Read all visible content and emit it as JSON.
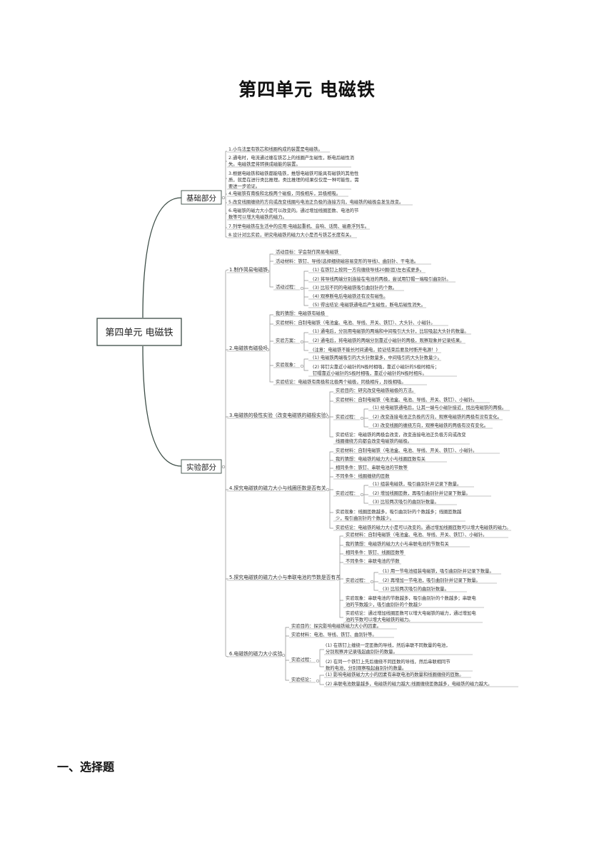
{
  "page_title": "第四单元 电磁铁",
  "section_heading": "一、选择题",
  "mindmap": {
    "root": "第四单元 电磁铁",
    "basic": {
      "label": "基础部分",
      "items": [
        "1.小鸟法里有铁芯和线圈构成的装置是电磁铁。",
        "2.通电时，电流通过缠在铁芯上的线圈产生磁性，断电后磁性消",
        "失。电磁铁是将转换成磁能的装置。",
        "3.根据电磁铁和磁铁都能吸铁，推想电磁铁可能具有磁铁的其他性",
        "质，就是在进行类比推理。类比推理的结果仅仅是一种可能性，需",
        "要进一步验证。",
        "4.电磁铁有南极和北极两个磁极，同极相斥，异极相吸。",
        "5.改变线圈缠绕的方向或改变线圈与电池正负极的连接方向，电磁铁的磁极会发生改变。",
        "6.电磁铁的磁力大小是可以改变的。通过增加线圈匝数、电池的节",
        "数等可以增大电磁铁的磁力。",
        "7.列举电磁铁在生活中的应用:电磁起重机、音响、话筒、磁悬浮列车。",
        "8.设计对比实验，研究电磁铁的磁力大小是否与铁芯长度有关。"
      ]
    },
    "experiment": {
      "label": "实验部分",
      "exp1": {
        "title": "1.制作简易电磁铁",
        "goal": "活动目标：学会制作简易电磁铁",
        "materials": "活动材料：铁钉、导线(选择细绕磁容易变形的导线)、曲别针、干电池。",
        "process_label": "活动过程：",
        "steps": [
          "(1) 在铁钉上按同一方向缠绕导线20圈(匝)左右或更多。",
          "(2) 将导线两端分别连接在电池的两极，尝试用钉帽一端吸引曲别针。",
          "(3) 比较不同的电磁铁吸引曲别针的个数。",
          "(4) 观察断电后电磁铁还有没有磁性。",
          "(5) 得出结论:电磁铁通电后产生磁性，断电后磁性消失。"
        ]
      },
      "exp2": {
        "title": "2.电磁铁有磁极吗",
        "guess": "我的猜想：电磁铁有磁极",
        "materials": "实验材料：自制电磁铁（电池盒、电池、导线、开关、铁钉）、大头针、小磁针。",
        "plan_label": "实验方案：",
        "plans": [
          "(1) 通电后，分别用电磁铁的两端和中间吸引大头针，比较吸起大头针的数量。",
          "(2) 通电后，将电磁铁的两端分别靠近小磁针的两极，观察现象并记录结果。",
          "(注意：电磁铁不能长时间通电，验证结束后要及时断开电源！)"
        ],
        "phen_label": "实验现象：",
        "phens": [
          "(1) 电磁铁两端吸引的大头针数量多，中间吸引的大头针数量少。",
          "(2) 将钉尖靠近小磁针的N极时相吸，靠近小磁针的S极时相斥；",
          "钉帽靠近小磁针的S极时相吸，靠近小磁针的N极时相斥。"
        ],
        "conclusion": "实验结论：电磁铁有南极和北极两个磁极，同极相斥，异极相吸。"
      },
      "exp3": {
        "title": "3.电磁铁的极性实验（改变电磁铁的磁极实验）",
        "goal": "实验目的：研究改变电磁铁磁极的方法。",
        "materials": "实验材料：自制电磁铁（电池盒、电池、导线、开关、铁钉）、小磁针。",
        "process_label": "实验过程：",
        "steps": [
          "(1) 给电磁铁通电后，让其一端与小磁针接近，找出电磁铁的两极。",
          "(2) 改变连接电池正负极的方向，观察电磁铁的两极有没有变化。",
          "(3) 改变线圈的缠绕方向，观察电磁铁的两极有没有变化。"
        ],
        "conclusion": [
          "实验结论：电磁铁的两极会改变，改变连接电池正负极方向或改变",
          "线圈缠绕方向都会改变电磁铁的磁极。"
        ]
      },
      "exp4": {
        "title": "4.探究电磁铁的磁力大小与线圈匝数是否有关。",
        "materials": "实验材料：自制电磁铁（电池盒、电池、导线、开关、铁钉）、小磁针。",
        "guess": "我的猜想：电磁铁的磁力大小与线圈匝数有关",
        "same": "相同条件：铁钉、串联电池的节数等",
        "diff": "不同条件：线圈缠绕的匝数",
        "process_label": "实验过程：",
        "steps": [
          "(1) 组装电磁铁，吸引曲别针并记录下数量。",
          "(2) 增加线圈匝数，再吸引曲别针并记录下数量。",
          "(3) 比较两次吸引的曲别针数量。"
        ],
        "phenomenon": [
          "实验现象：线圈匝数越多，吸引曲别针的个数越多；线圈匝数越",
          "少，吸引曲别针的个数越少。"
        ],
        "conclusion": "实验结论：电磁铁的磁力大小是可以改变的。通过增加线圈匝数可以增大电磁铁的磁力。"
      },
      "exp5": {
        "title": "5.探究电磁铁的磁力大小与串联电池的节数是否有关",
        "materials": "实验材料：自制电磁铁（电池盒、电池、导线、开关、铁钉）、小磁针。",
        "guess": "我的猜想：电磁铁的磁力大小与串联电池的节数有关",
        "same": "相同条件：铁钉、线圈匝数等",
        "diff": "不同条件：串联电池的节数",
        "process_label": "实验过程：",
        "steps": [
          "(1) 用一节电池组装电磁铁，吸引曲别针并记录下数量。",
          "(2) 再增加一节电池，吸引曲别针并记录下数量。",
          "(3) 比较两次吸引的曲别针数量。"
        ],
        "phenomenon": [
          "实验现象：串联电池的节数越多，吸引曲别针的个数越多；串联电",
          "池的节数越少，吸引曲别针的个数越少"
        ],
        "conclusion": [
          "实验结论：通过增加线圈匝数可以增大电磁铁的磁力，通过增加电",
          "池的节数可以增大电磁铁的磁力。"
        ]
      },
      "exp6": {
        "title": "6.电磁铁的磁力大小实验",
        "goal": "实验目的：探究影响电磁铁磁力大小的因素。",
        "materials": "实验材料：电池、导线、铁钉、曲别针等。",
        "process_label": "实验过程：",
        "steps": [
          "(1) 在铁钉上缠绕一定匝数的导线，然后串联不同数量的电池，",
          "分别观察并记录吸起曲别针的数量。",
          "(2) 在同一个铁钉上先后缠绕不同匝数的导线，然后串联相同节",
          "数的电池，分别观察吸起曲别针的数量。"
        ],
        "concl_label": "实验结论：",
        "conclusions": [
          "(1) 影响电磁铁磁力大小的因素有串联电池的数量和线圈缠绕的匝数。",
          "(2) 串联电池数量越多，电磁铁的磁力越大;线圈缠绕匝数越多，电磁铁的磁力越大。"
        ]
      }
    }
  }
}
